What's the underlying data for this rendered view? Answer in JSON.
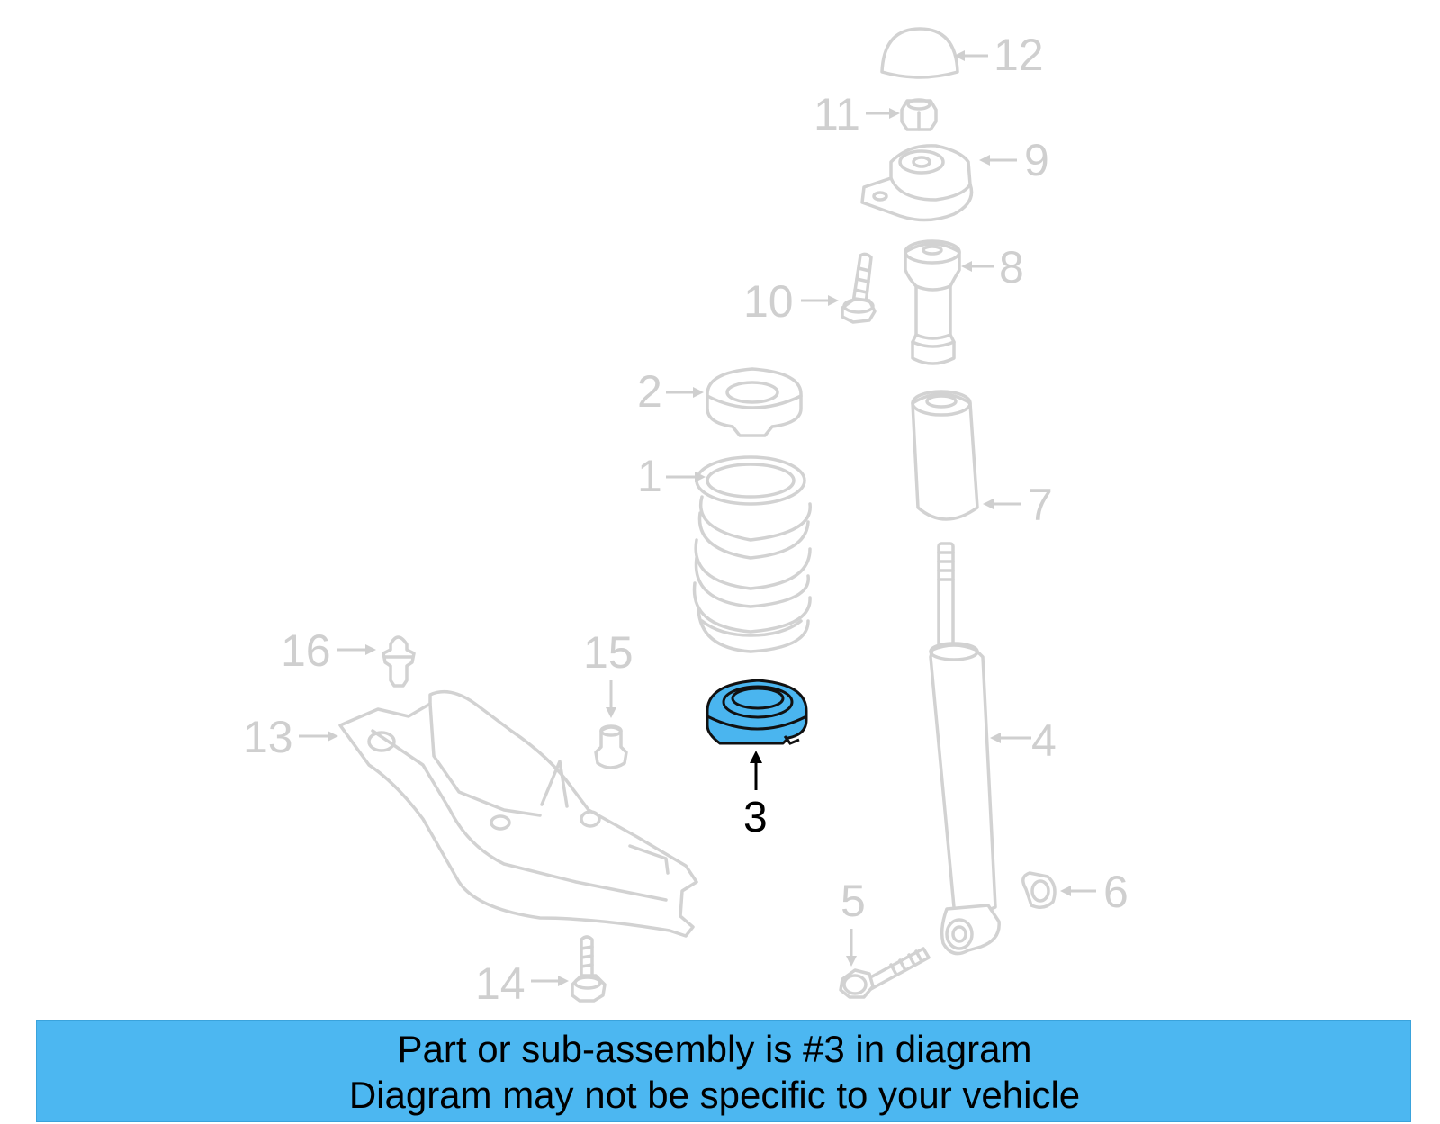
{
  "diagram": {
    "highlighted_part": "3",
    "highlight_color": "#4ab5ef",
    "part_color": "#d2d2d2",
    "callouts": {
      "c1": "1",
      "c2": "2",
      "c3": "3",
      "c4": "4",
      "c5": "5",
      "c6": "6",
      "c7": "7",
      "c8": "8",
      "c9": "9",
      "c10": "10",
      "c11": "11",
      "c12": "12",
      "c13": "13",
      "c14": "14",
      "c15": "15",
      "c16": "16"
    }
  },
  "banner": {
    "line1": "Part or sub-assembly is #3 in diagram",
    "line2": "Diagram may not be specific to your vehicle",
    "background": "#4cb7f1"
  }
}
